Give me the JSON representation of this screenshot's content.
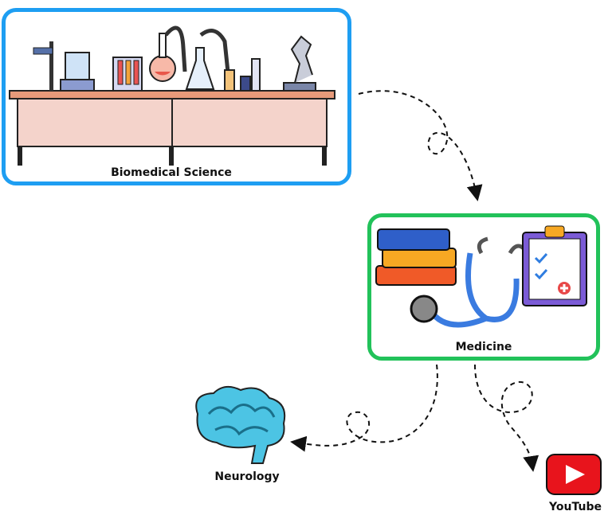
{
  "nodes": {
    "biomedical": {
      "label": "Biomedical Science",
      "border_color": "#1e9ef2"
    },
    "medicine": {
      "label": "Medicine",
      "border_color": "#22c25a"
    },
    "neurology": {
      "label": "Neurology",
      "icon": "brain-icon",
      "color": "#35b8d8"
    },
    "youtube": {
      "label": "YouTube",
      "icon": "youtube-play-icon",
      "color": "#e8141c"
    }
  },
  "edges": [
    {
      "from": "Biomedical Science",
      "to": "Medicine",
      "style": "dashed"
    },
    {
      "from": "Medicine",
      "to": "Neurology",
      "style": "dashed"
    },
    {
      "from": "Medicine",
      "to": "YouTube",
      "style": "dashed"
    }
  ]
}
